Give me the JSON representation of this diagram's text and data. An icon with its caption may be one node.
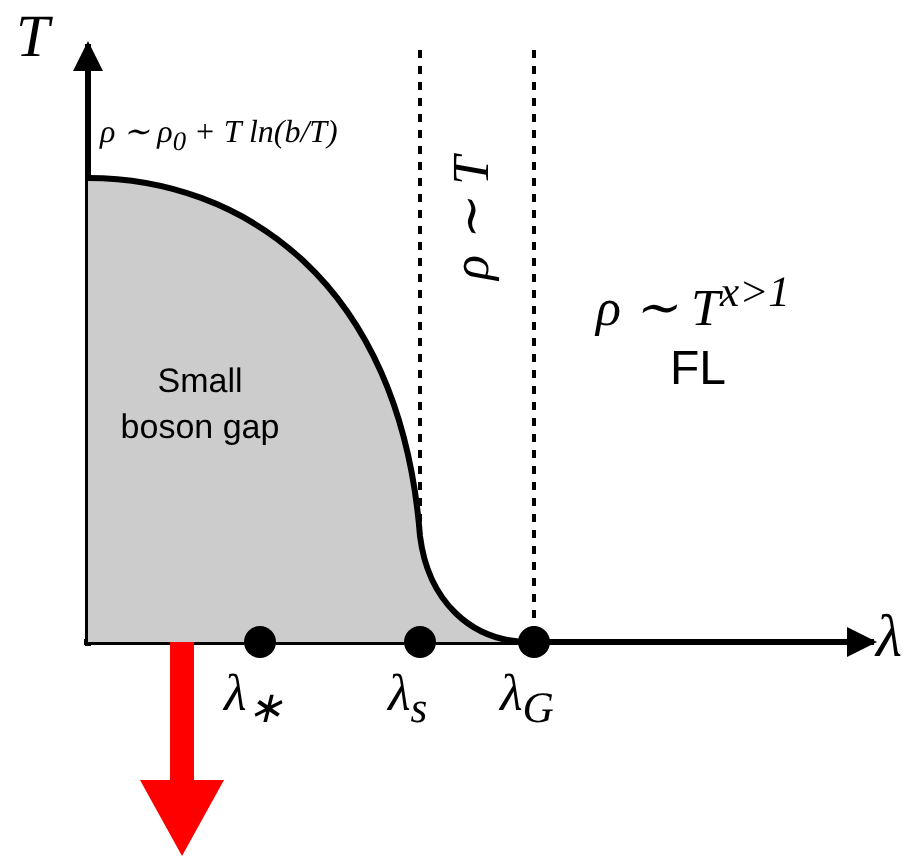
{
  "diagram": {
    "nodes": [
      {
        "text": [
          "Small boson gap"
        ]
      }
    ],
    "labels": [
      "T",
      "ρ ∼ ρ$_{0}$ + T ln(b/T)",
      "ρ ∼ T",
      "ρ ∼ T$^{x>1}$",
      "FL",
      "λ",
      "λ$_{∗}$",
      "λ$_{s}$",
      "λ$_{G}$"
    ]
  }
}
